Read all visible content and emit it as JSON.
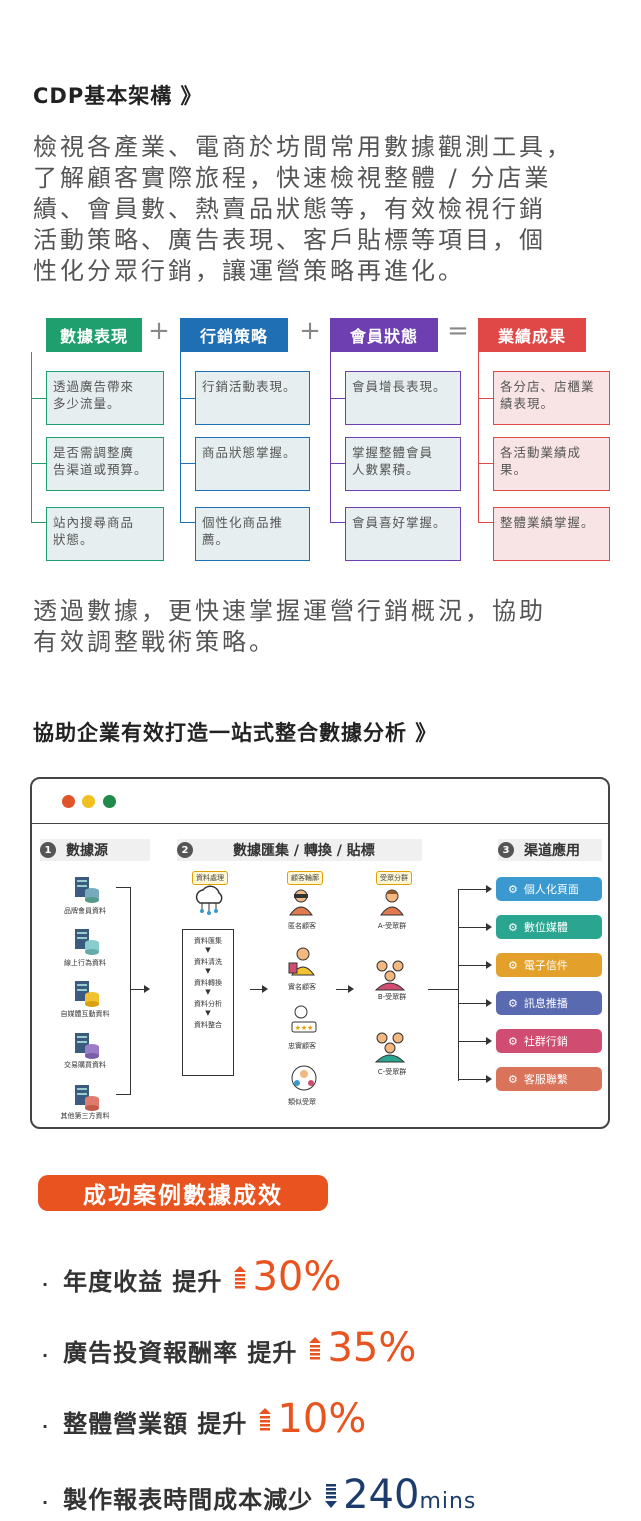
{
  "section1": {
    "title": "CDP基本架構 》",
    "paragraph_lines": [
      "檢視各產業、電商於坊間常用數據觀測工具，",
      "了解顧客實際旅程，快速檢視整體 / 分店業",
      "績、會員數、熱賣品狀態等，有效檢視行銷",
      "活動策略、廣告表現、客戶貼標等項目，個",
      "性化分眾行銷，讓運營策略再進化。"
    ]
  },
  "framework": {
    "operators": [
      "+",
      "+",
      "="
    ],
    "categories": [
      {
        "title": "數據表現",
        "color": "#1f9e6e",
        "box_bg": "#e6eef0",
        "items": [
          [
            "透過廣告帶來",
            "多少流量。"
          ],
          [
            "是否需調整廣",
            "告渠道或預算。"
          ],
          [
            "站內搜尋商品",
            "狀態。"
          ]
        ]
      },
      {
        "title": "行銷策略",
        "color": "#1f6fb5",
        "box_bg": "#e6eef0",
        "items": [
          [
            "行銷活動表現。"
          ],
          [
            "商品狀態掌握。"
          ],
          [
            "個性化商品推",
            "薦。"
          ]
        ]
      },
      {
        "title": "會員狀態",
        "color": "#6e3fb0",
        "box_bg": "#e6eef0",
        "items": [
          [
            "會員增長表現。"
          ],
          [
            "掌握整體會員",
            "人數累積。"
          ],
          [
            "會員喜好掌握。"
          ]
        ]
      },
      {
        "title": "業績成果",
        "color": "#e04848",
        "box_bg": "#f8e4e4",
        "items": [
          [
            "各分店、店櫃業",
            "績表現。"
          ],
          [
            "各活動業績成",
            "果。"
          ],
          [
            "整體業績掌握。"
          ]
        ]
      }
    ]
  },
  "section2": {
    "paragraph_lines": [
      "透過數據，更快速掌握運營行銷概況，協助",
      "有效調整戰術策略。"
    ],
    "title": "協助企業有效打造一站式整合數據分析 》"
  },
  "diagram": {
    "col1": {
      "num": "1",
      "title": "數據源",
      "sources": [
        "品牌會員資料",
        "線上行為資料",
        "自媒體互動資料",
        "交易購買資料",
        "其他第三方資料"
      ]
    },
    "col2": {
      "num": "2",
      "title": "數據匯集 / 轉換 / 貼標",
      "tags": [
        "資料處理",
        "顧客輪廓",
        "受眾分群"
      ],
      "pipeline": [
        "資料匯集",
        "資料清洗",
        "資料轉換",
        "資料分析",
        "資料整合"
      ],
      "customers": [
        "匿名顧客",
        "實名顧客",
        "忠實顧客",
        "類似受眾"
      ],
      "groups": [
        "A-受眾群",
        "B-受眾群",
        "C-受眾群"
      ]
    },
    "col3": {
      "num": "3",
      "title": "渠道應用",
      "channels": [
        {
          "label": "個人化頁面",
          "color": "#3a9ad0"
        },
        {
          "label": "數位媒體",
          "color": "#2aa58f"
        },
        {
          "label": "電子信件",
          "color": "#e3a12b"
        },
        {
          "label": "訊息推播",
          "color": "#5a6ab0"
        },
        {
          "label": "社群行銷",
          "color": "#d04c70"
        },
        {
          "label": "客服聯繫",
          "color": "#d9735a"
        }
      ]
    }
  },
  "results": {
    "badge": "成功案例數據成效",
    "bullet": "·",
    "items": [
      {
        "label": "年度收益 提升",
        "value": "30%",
        "unit": "",
        "direction": "up"
      },
      {
        "label": "廣告投資報酬率 提升",
        "value": "35%",
        "unit": "",
        "direction": "up"
      },
      {
        "label": "整體營業額 提升",
        "value": "10%",
        "unit": "",
        "direction": "up"
      },
      {
        "label": "製作報表時間成本減少",
        "value": "240",
        "unit": "mins",
        "direction": "down"
      }
    ]
  }
}
